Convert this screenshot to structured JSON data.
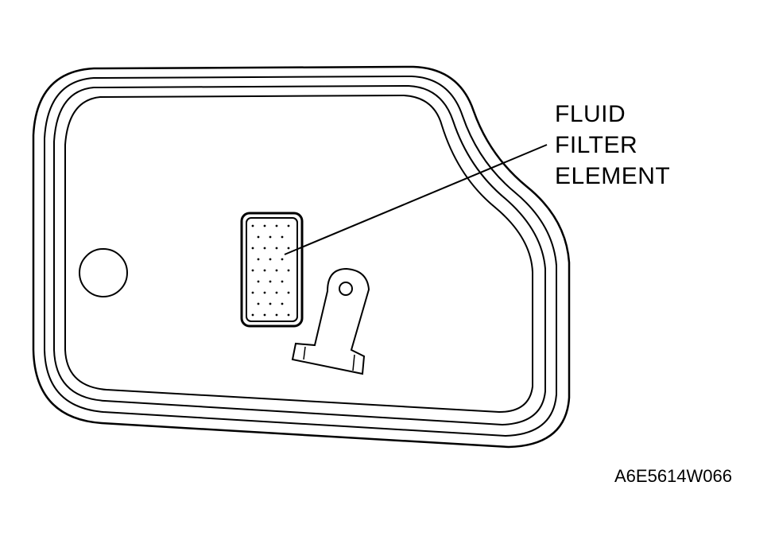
{
  "callout": {
    "line1": "FLUID",
    "line2": "FILTER",
    "line3": "ELEMENT"
  },
  "figure_code": "A6E5614W066",
  "colors": {
    "ink": "#000000",
    "paper": "#ffffff"
  }
}
